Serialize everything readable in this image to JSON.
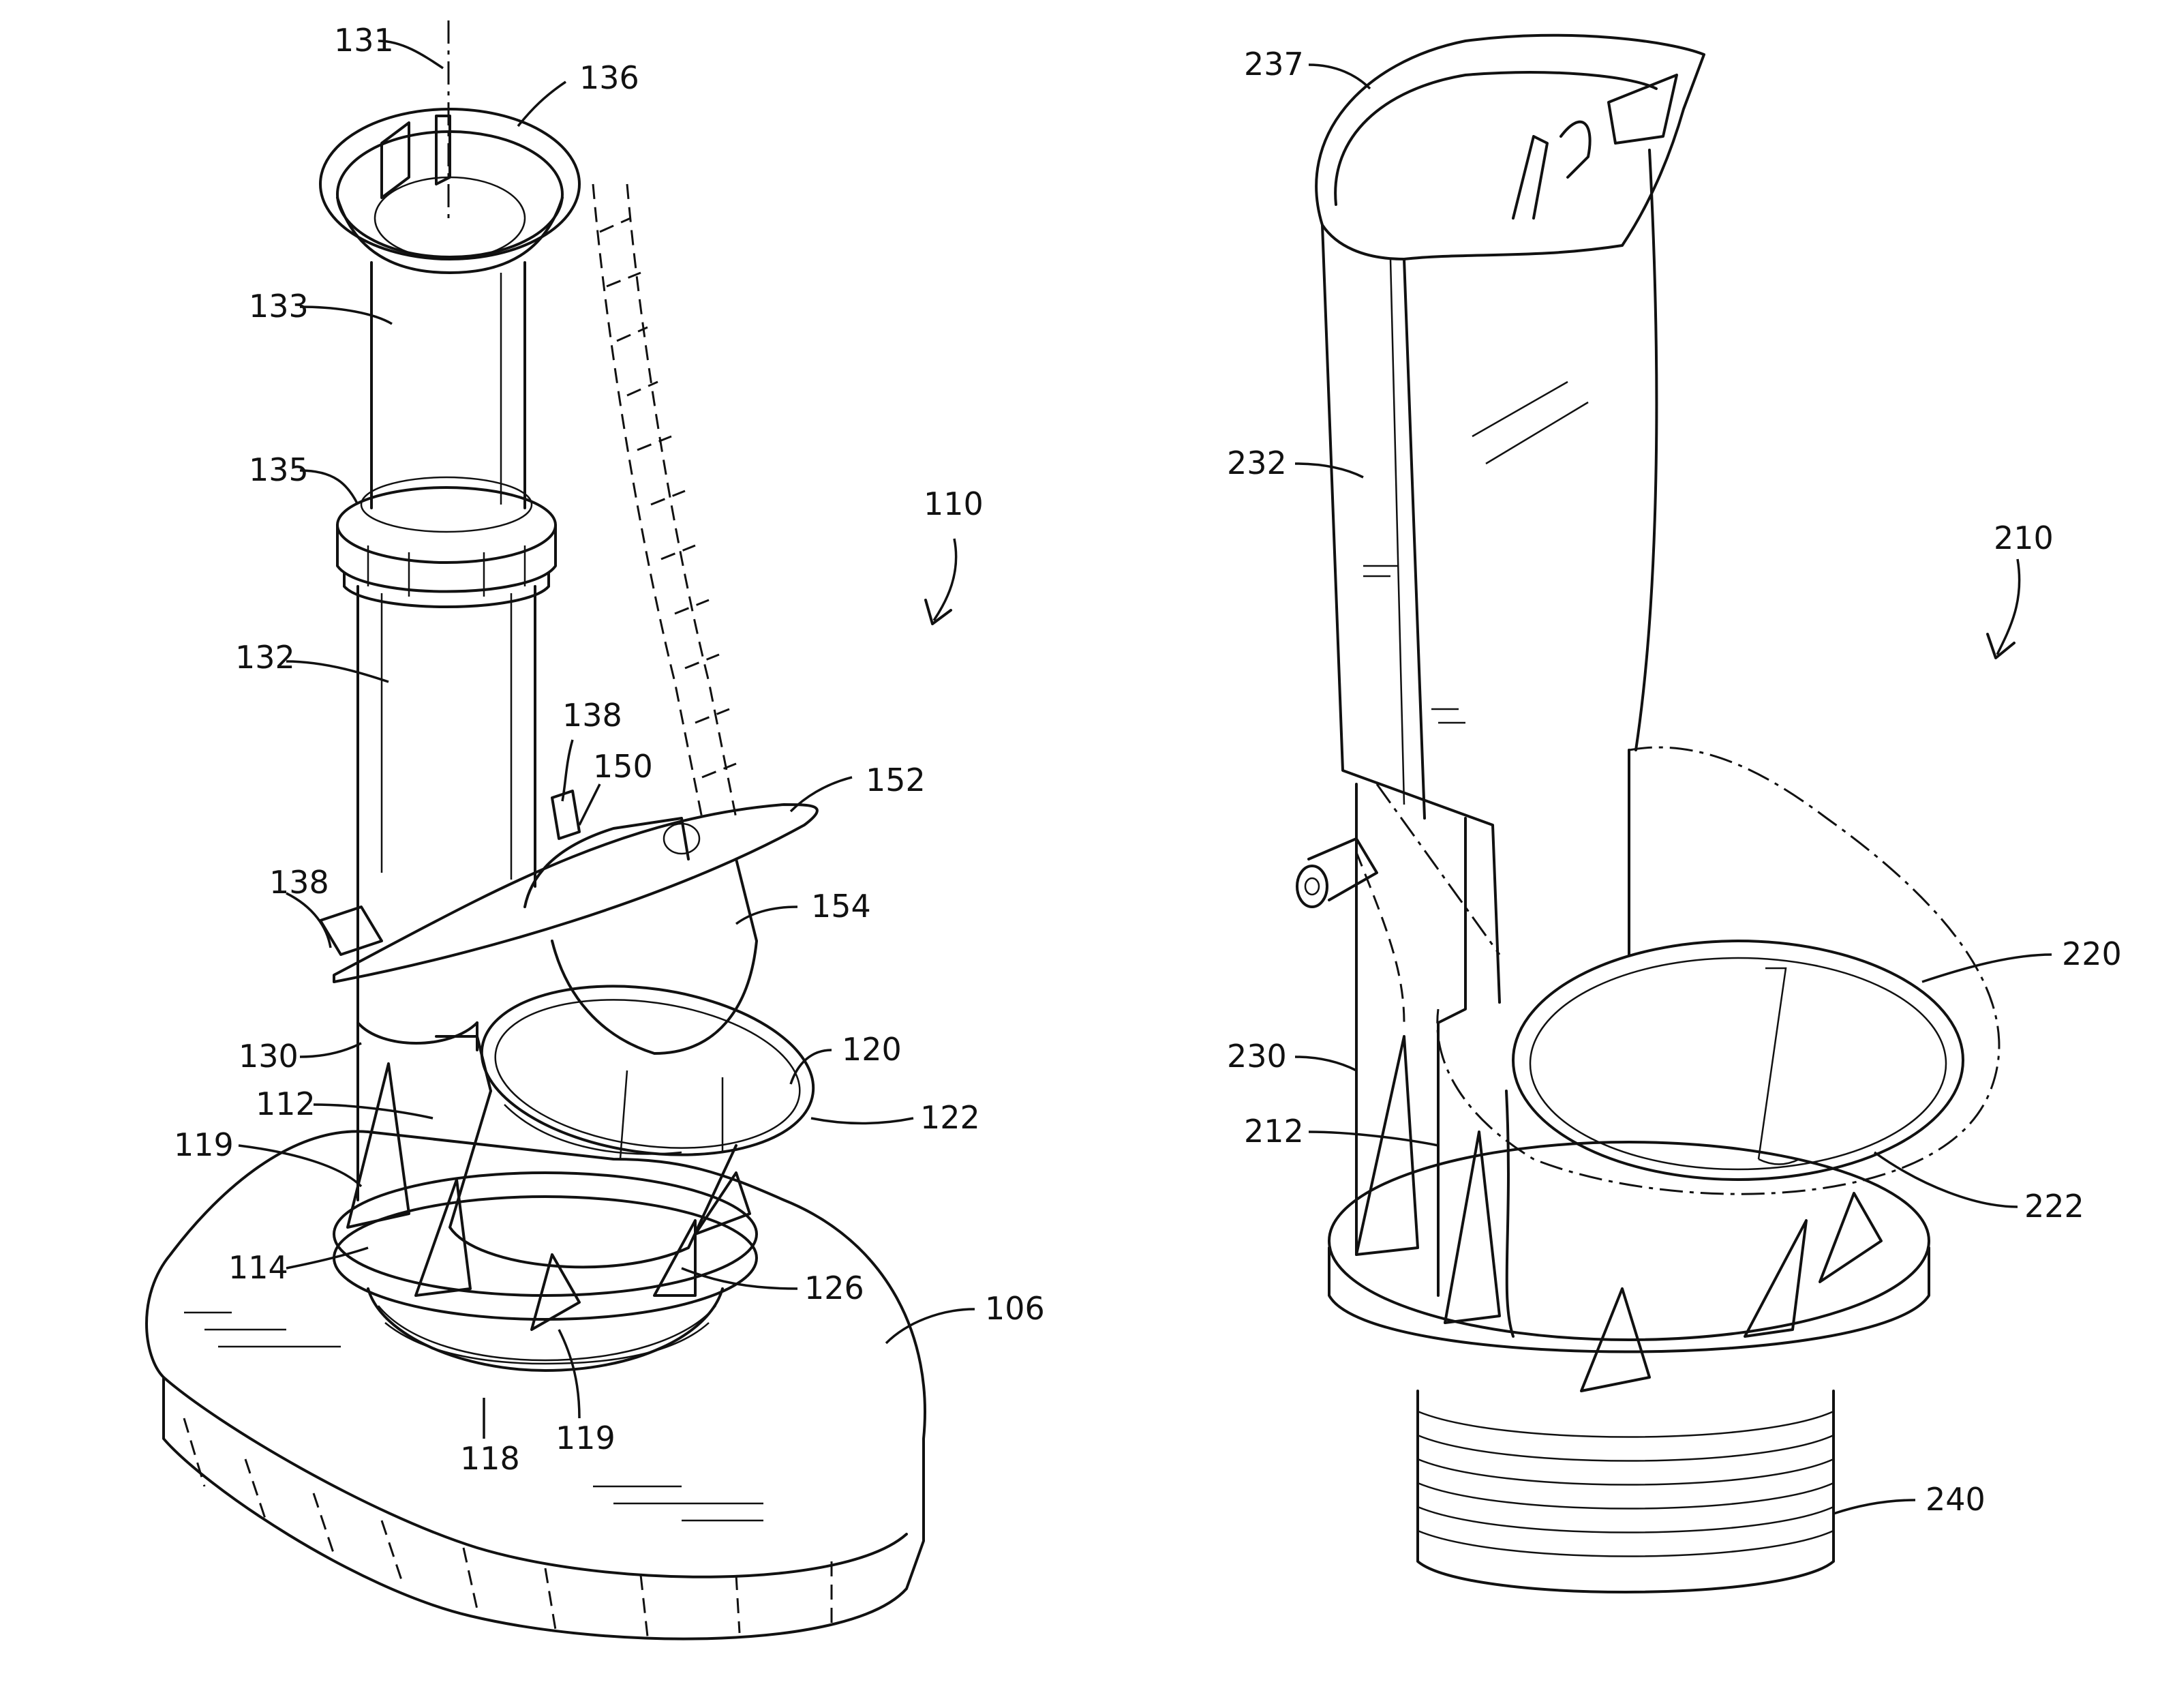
{
  "figure_left": {
    "assembly": "110",
    "axis": "131",
    "cap_flange": "136",
    "upper_tube": "133",
    "collar": "135",
    "lower_tube": "132",
    "clip_upper": "138",
    "clip_lower": "138",
    "flapper_arm": "150",
    "flapper_rim": "152",
    "flapper_bulb": "154",
    "overflow_body": "130",
    "valve_seat": "120",
    "seat_rim": "122",
    "cage_wall": "112",
    "rib_left": "119",
    "rib_bottom": "119",
    "base_flange": "114",
    "cage_body": "126",
    "thread_ring": "118",
    "tank_floor": "106"
  },
  "figure_right": {
    "assembly": "210",
    "hood_top": "237",
    "hood_body": "232",
    "overflow_body": "230",
    "cage_wall": "212",
    "valve_seat": "220",
    "seat_rim": "222",
    "threaded_shank": "240"
  }
}
